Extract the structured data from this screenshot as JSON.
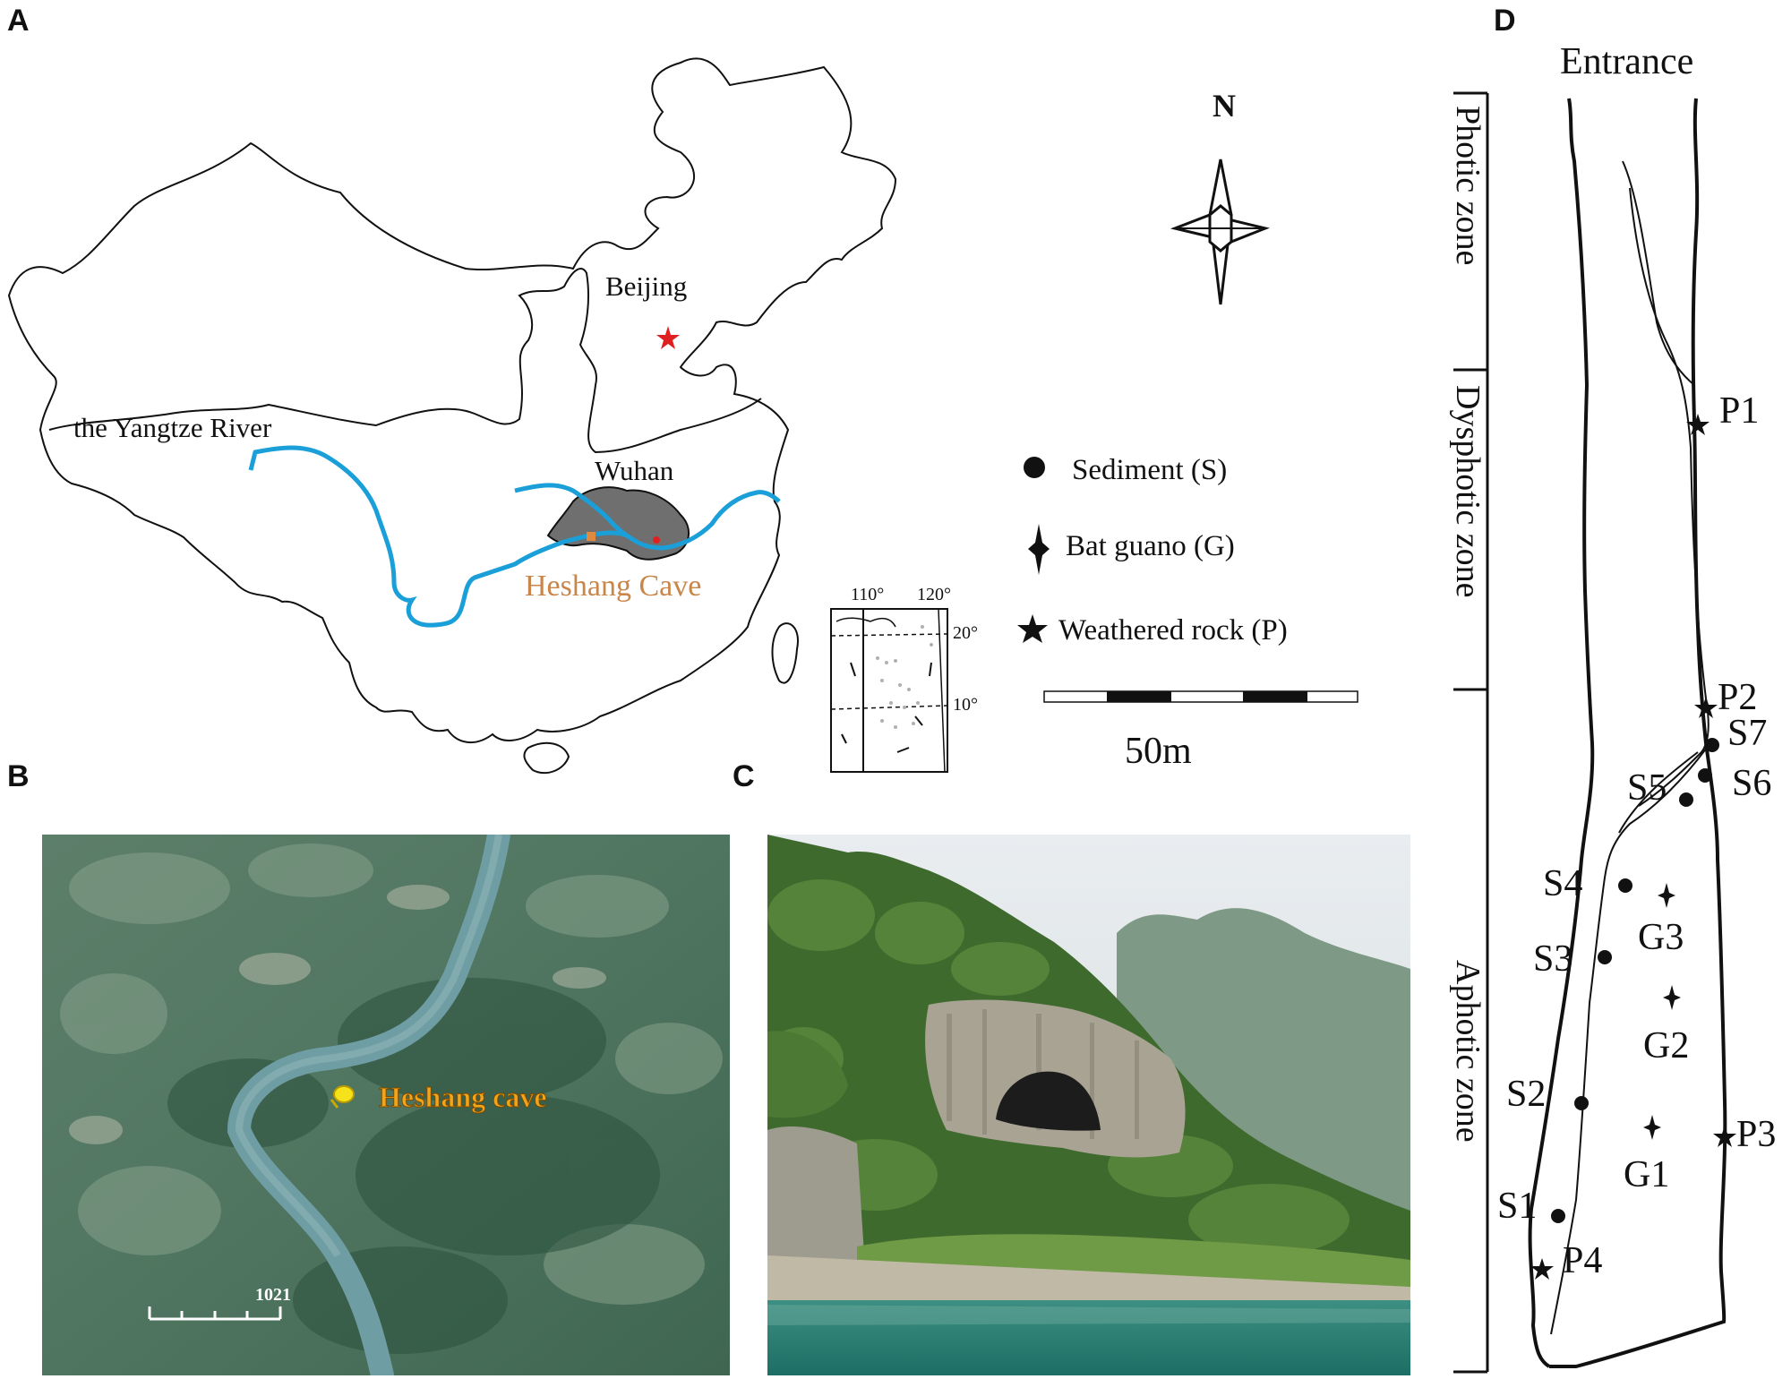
{
  "panels": {
    "a": "A",
    "b": "B",
    "c": "C",
    "d": "D"
  },
  "map_a": {
    "river_label": "the Yangtze River",
    "capital_label": "Beijing",
    "city_label": "Wuhan",
    "cave_label": "Heshang Cave",
    "north_label": "N",
    "inset": {
      "lon_labels": [
        "110°",
        "120°"
      ],
      "lat_labels": [
        "20°",
        "10°"
      ]
    },
    "colors": {
      "river": "#1a9fd9",
      "province": "#6f6f6f",
      "capital_star": "#e02020",
      "cave_marker": "#e08a40",
      "cave_text": "#c8864a"
    }
  },
  "legend": {
    "items": [
      {
        "symbol": "circle",
        "label": "Sediment (S)"
      },
      {
        "symbol": "four-point-star",
        "label": "Bat  guano (G)"
      },
      {
        "symbol": "five-point-star",
        "label": "Weathered  rock (P)"
      }
    ],
    "scale_label": "50m"
  },
  "satellite_b": {
    "pin_label": "Heshang cave",
    "scale_value": "1021",
    "colors": {
      "label": "#f2a51a",
      "pin": "#f5e21a"
    }
  },
  "cave_d": {
    "entrance_label": "Entrance",
    "zones": [
      "Photic  zone",
      "Dysphotic  zone",
      "Aphotic  zone"
    ],
    "samples": {
      "sediment": [
        "S1",
        "S2",
        "S3",
        "S4",
        "S5",
        "S6",
        "S7"
      ],
      "guano": [
        "G1",
        "G2",
        "G3"
      ],
      "rock": [
        "P1",
        "P2",
        "P3",
        "P4"
      ]
    }
  }
}
